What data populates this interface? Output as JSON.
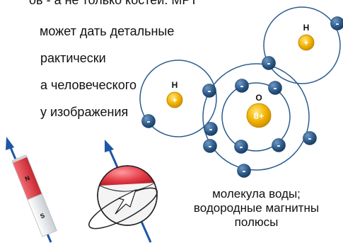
{
  "paragraph": {
    "lines": [
      "ов - а не только костей. МРТ",
      "может дать детальные",
      "рактически",
      "а человеческого",
      "у изображения"
    ]
  },
  "diagram": {
    "atoms": {
      "oxygen": {
        "symbol": "O",
        "charge": "8+"
      },
      "hydrogen_left": {
        "symbol": "H",
        "charge": "+"
      },
      "hydrogen_right": {
        "symbol": "H",
        "charge": "+"
      }
    },
    "electron_sign": "-",
    "magnet": {
      "north": "N",
      "south": "S"
    },
    "caption": {
      "lines": [
        "молекула воды;",
        "водородные магнитны",
        "полюсы"
      ]
    },
    "colors": {
      "electron": "#2d5b8a",
      "nucleus": "#f3b400",
      "orbit": "#2a5d8f",
      "magnet_red": "#e43a45",
      "arrow": "#1d56a5"
    }
  }
}
